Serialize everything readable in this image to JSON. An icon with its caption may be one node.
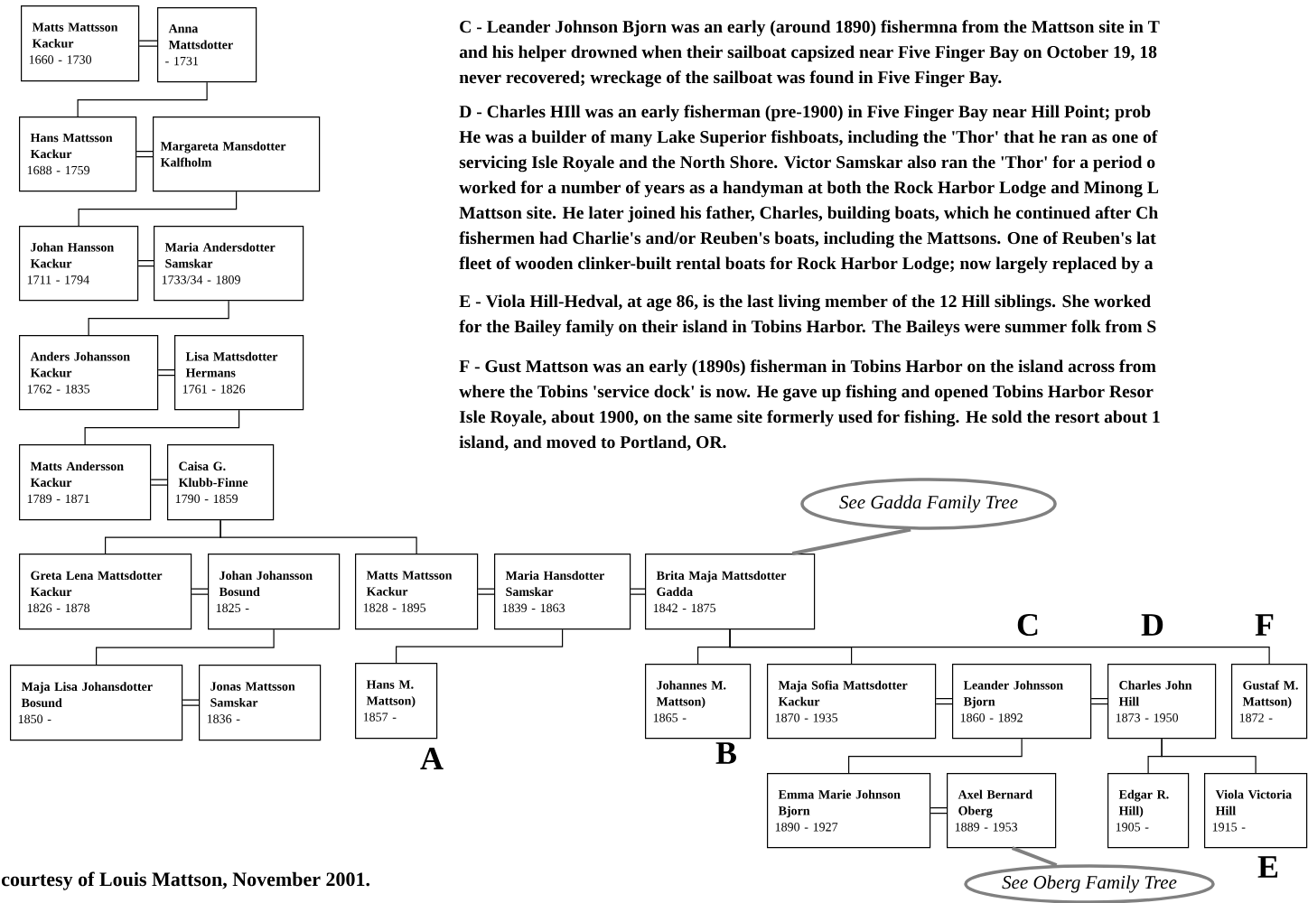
{
  "diagram": {
    "nodes": [
      {
        "text": [
          "Matts Mattsson Kackur",
          "1660 - 1730"
        ]
      },
      {
        "text": [
          "Anna Mattsdotter",
          "- 1731"
        ]
      },
      {
        "text": [
          "Hans Mattsson Kackur",
          "1688 - 1759"
        ]
      },
      {
        "text": [
          "Margareta Mansdotter Kalfholm"
        ]
      },
      {
        "text": [
          "Johan Hansson Kackur",
          "1711 - 1794"
        ]
      },
      {
        "text": [
          "Maria Andersdotter Samskar",
          "1733/34 - 1809"
        ]
      },
      {
        "text": [
          "Anders Johansson Kackur",
          "1762 - 1835"
        ]
      },
      {
        "text": [
          "Lisa Mattsdotter Hermans",
          "1761 - 1826"
        ]
      },
      {
        "text": [
          "Matts Andersson Kackur",
          "1789 - 1871"
        ]
      },
      {
        "text": [
          "Caisa G. Klubb-Finne",
          "1790 - 1859"
        ]
      },
      {
        "text": [
          "Greta Lena Mattsdotter Kackur",
          "1826 - 1878"
        ]
      },
      {
        "text": [
          "Johan Johansson Bosund",
          "1825 -"
        ]
      },
      {
        "text": [
          "Matts Mattsson Kackur",
          "1828 - 1895"
        ]
      },
      {
        "text": [
          "Maria Hansdotter Samskar",
          "1839 - 1863"
        ]
      },
      {
        "text": [
          "Brita Maja Mattsdotter Gadda",
          "1842 - 1875"
        ]
      },
      {
        "text": [
          "Maja Lisa Johansdotter Bosund",
          "1850 -"
        ]
      },
      {
        "text": [
          "Jonas Mattsson Samskar",
          "1836 -"
        ]
      },
      {
        "text": [
          "Hans M. Mattson)",
          "1857 -"
        ],
        "beside": [
          "A"
        ]
      },
      {
        "text": [
          "Johannes M. Mattson)",
          "1865 -"
        ],
        "beside": [
          "B"
        ]
      },
      {
        "text": [
          "Maja Sofia Mattsdotter Kackur",
          "1870 - 1935"
        ]
      },
      {
        "text": [
          "Leander Johnsson Bjorn",
          "1860 - 1892"
        ],
        "beside": [
          "C"
        ]
      },
      {
        "text": [
          "Charles John Hill",
          "1873 - 1950"
        ],
        "beside": [
          "D"
        ]
      },
      {
        "text": [
          "Gustaf M. Mattson)",
          "1872 -"
        ],
        "beside": [
          "F"
        ]
      },
      {
        "text": [
          "Emma Marie Johnson Bjorn",
          "1890 - 1927"
        ]
      },
      {
        "text": [
          "Axel Bernard Oberg",
          "1889 - 1953"
        ]
      },
      {
        "text": [
          "Edgar R. Hill)",
          "1905 -"
        ]
      },
      {
        "text": [
          "Viola Victoria Hill",
          "1915 -"
        ],
        "beside": [
          "E"
        ]
      },
      {
        "text": [
          "See Gadda Family Tree"
        ]
      },
      {
        "text": [
          "See Oberg Family Tree"
        ]
      }
    ],
    "edges": [
      {
        "from": 0,
        "to": 1,
        "arrow": "none"
      },
      {
        "from": 2,
        "to": 3,
        "arrow": "none"
      },
      {
        "from": 4,
        "to": 5,
        "arrow": "none"
      },
      {
        "from": 6,
        "to": 7,
        "arrow": "none"
      },
      {
        "from": 8,
        "to": 9,
        "arrow": "none"
      },
      {
        "from": 10,
        "to": 11,
        "arrow": "none"
      },
      {
        "from": 12,
        "to": 13,
        "arrow": "none"
      },
      {
        "from": 13,
        "to": 14,
        "arrow": "none"
      },
      {
        "from": 15,
        "to": 16,
        "arrow": "none"
      },
      {
        "from": 19,
        "to": 20,
        "arrow": "none"
      },
      {
        "from": 20,
        "to": 21,
        "arrow": "none"
      },
      {
        "from": 23,
        "to": 24,
        "arrow": "none"
      },
      {
        "from": 1,
        "to": 2,
        "arrow": "none"
      },
      {
        "from": 3,
        "to": 4,
        "arrow": "none"
      },
      {
        "from": 5,
        "to": 6,
        "arrow": "none"
      },
      {
        "from": 7,
        "to": 8,
        "arrow": "none"
      },
      {
        "from": 9,
        "to": 10,
        "arrow": "none"
      },
      {
        "from": 9,
        "to": 12,
        "arrow": "none"
      },
      {
        "from": 11,
        "to": 15,
        "arrow": "none"
      },
      {
        "from": 13,
        "to": 17,
        "arrow": "none"
      },
      {
        "from": 14,
        "to": 18,
        "arrow": "none"
      },
      {
        "from": 14,
        "to": 19,
        "arrow": "none"
      },
      {
        "from": 14,
        "to": 22,
        "arrow": "none"
      },
      {
        "from": 20,
        "to": 23,
        "arrow": "none"
      },
      {
        "from": 21,
        "to": 25,
        "arrow": "none"
      },
      {
        "from": 21,
        "to": 26,
        "arrow": "none"
      },
      {
        "from": 27,
        "to": 14,
        "arrow": "none",
        "style": "thick",
        "color": "#808080"
      },
      {
        "from": 28,
        "to": 24,
        "arrow": "none",
        "style": "thick",
        "color": "#808080"
      }
    ],
    "labels": [
      "C - Leander Johnson Bjorn was an early (around 1890) fishermna from the Mattson site in T",
      "and his helper drowned when their sailboat capsized near Five Finger Bay on October 19, 18",
      "never recovered; wreckage of the sailboat was found in Five Finger Bay.",
      "D - Charles HIll was an early fisherman (pre-1900) in Five Finger Bay near Hill Point; prob",
      "He was a builder of many Lake Superior fishboats, including the 'Thor' that he ran as one of",
      "servicing Isle Royale and the North Shore. Victor Samskar also ran the 'Thor' for a period o",
      "worked for a number of years as a handyman at both the Rock Harbor Lodge and Minong L",
      "Mattson site. He later joined his father, Charles, building boats, which he continued after Ch",
      "fishermen had Charlie's and/or Reuben's boats, including the Mattsons. One of Reuben's lat",
      "fleet of wooden clinker-built rental boats for Rock Harbor Lodge; now largely replaced by a",
      "E - Viola Hill-Hedval, at age 86, is the last living member of the 12 Hill siblings. She worked",
      "for the Bailey family on their island in Tobins Harbor. The Baileys were summer folk from S",
      "F - Gust Mattson was an early (1890s) fisherman in Tobins Harbor on the island across from",
      "where the Tobins 'service dock' is now. He gave up fishing and opened Tobins Harbor Resor",
      "Isle Royale, about 1900, on the same site formerly used for fishing. He sold the resort about 1",
      "island, and moved to Portland, OR.",
      "courtesy of Louis Mattson, November 2001."
    ]
  }
}
